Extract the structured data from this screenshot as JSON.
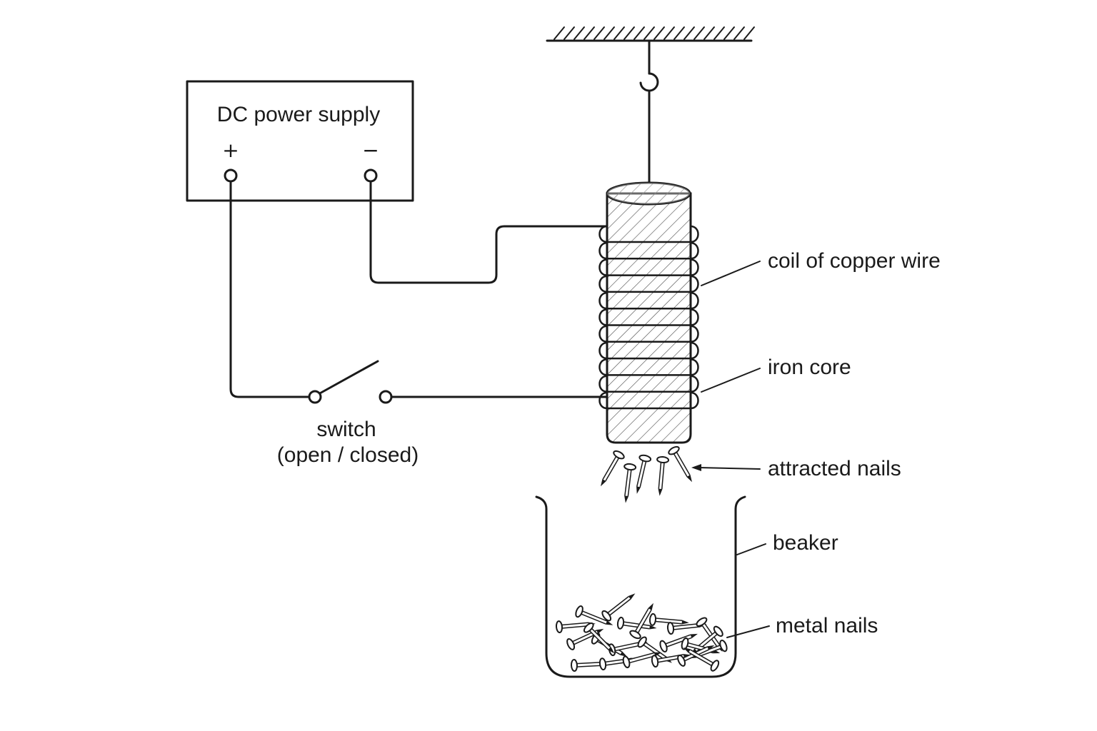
{
  "power_supply": {
    "title": "DC power supply",
    "positive": "+",
    "negative": "−"
  },
  "switch": {
    "label_line1": "switch",
    "label_line2": "(open / closed)"
  },
  "labels": {
    "coil": "coil of copper wire",
    "core": "iron core",
    "attracted": "attracted nails",
    "beaker": "beaker",
    "nails": "metal nails"
  }
}
